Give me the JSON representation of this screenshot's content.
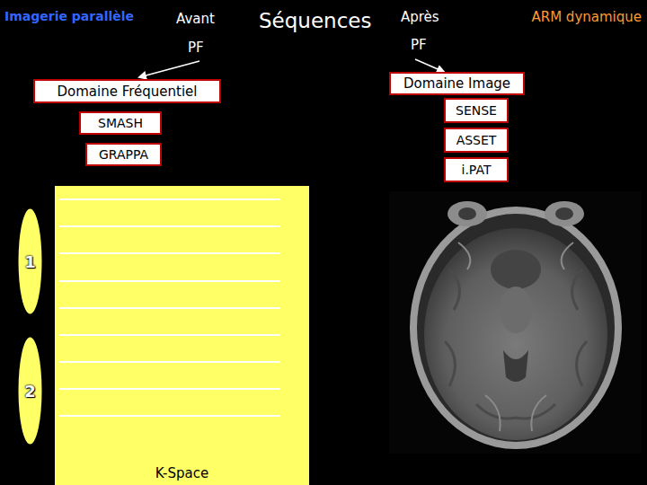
{
  "diagram": {
    "title": "Séquences",
    "nodes": [
      {
        "text": [
          "Domaine Fréquentiel"
        ]
      },
      {
        "text": [
          "SMASH"
        ]
      },
      {
        "text": [
          "GRAPPA"
        ]
      },
      {
        "text": [
          "Domaine Image"
        ]
      },
      {
        "text": [
          "SENSE"
        ]
      },
      {
        "text": [
          "ASSET"
        ]
      },
      {
        "text": [
          "i.PAT"
        ]
      },
      {
        "text": [
          "K-Space"
        ]
      },
      {
        "text": [
          "1"
        ]
      },
      {
        "text": [
          "2"
        ]
      }
    ],
    "labels": [
      "Imagerie parallèle",
      "Avant",
      "PF",
      "Après",
      "PF",
      "ARM dynamique"
    ]
  }
}
